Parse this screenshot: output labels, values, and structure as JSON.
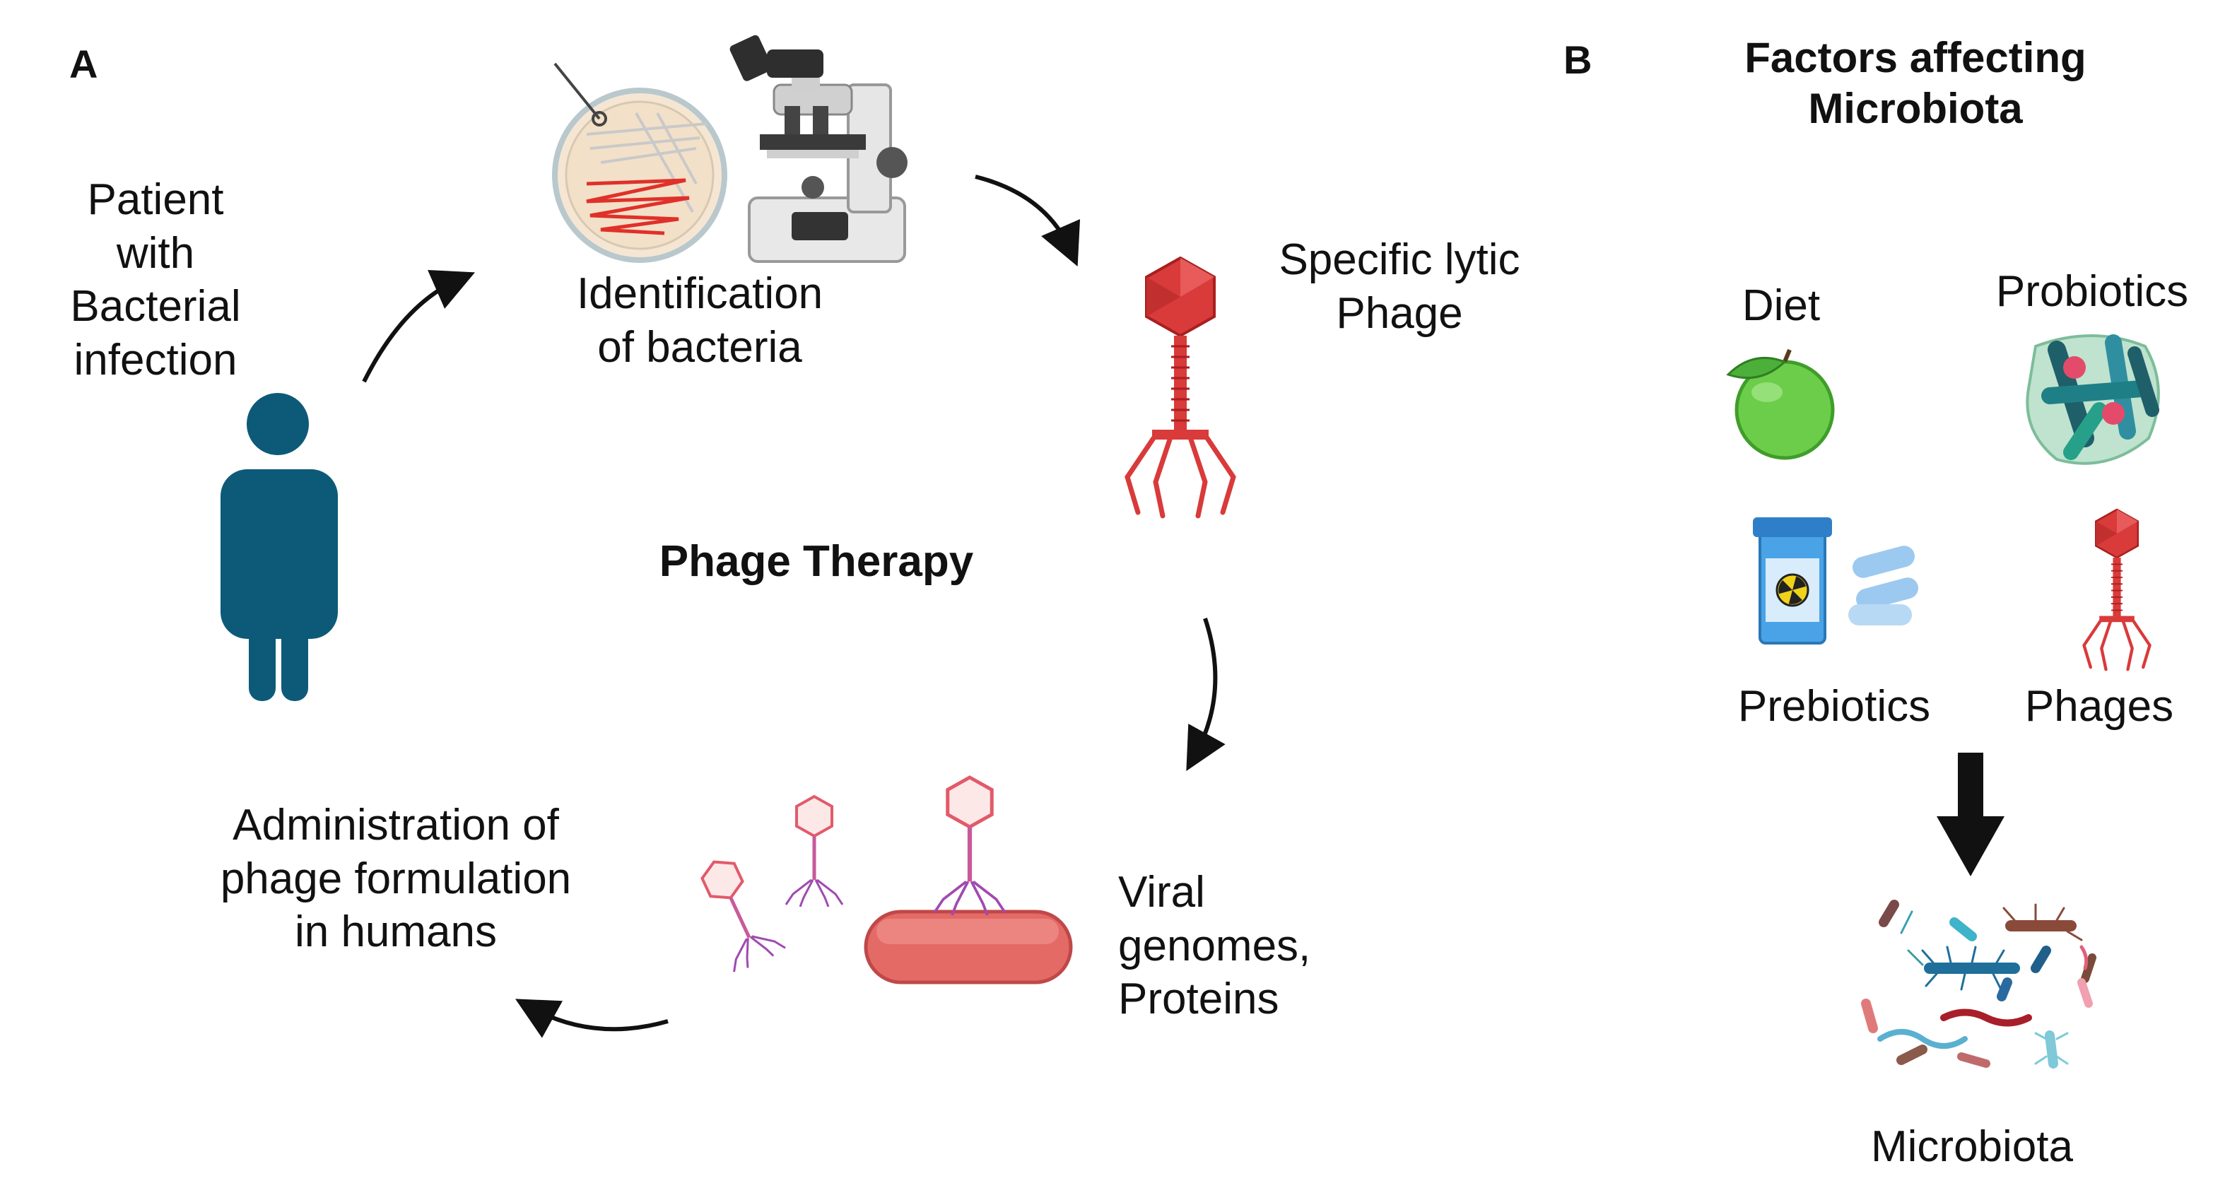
{
  "panel_a": {
    "letter": "A",
    "center_title": "Phage Therapy",
    "steps": {
      "patient": "Patient\nwith\nBacterial\ninfection",
      "identification": "Identification\nof bacteria",
      "phage": "Specific lytic\nPhage",
      "viral": "Viral\ngenomes,\nProteins",
      "administration": "Administration of\nphage formulation\nin humans"
    }
  },
  "panel_b": {
    "letter": "B",
    "title": "Factors affecting\nMicrobiota",
    "factors": {
      "diet": "Diet",
      "probiotics": "Probiotics",
      "prebiotics": "Prebiotics",
      "phages": "Phages"
    },
    "outcome": "Microbiota"
  },
  "colors": {
    "person": "#0d5a78",
    "phage_red": "#d93a3a",
    "bacterium": "#e46a66",
    "streak_red": "#e0302a",
    "apple_green": "#6ccd4a",
    "pill_blue": "#5aa8e6",
    "probiotic_teal": "#1f7f86",
    "arrow": "#111111"
  }
}
